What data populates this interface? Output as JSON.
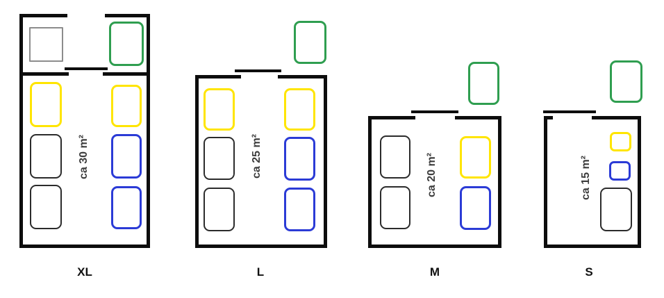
{
  "colors": {
    "wall": "#0d0d0d",
    "yellow": "#ffe500",
    "blue": "#2b3bd6",
    "green": "#2f9e50",
    "black": "#2b2b2b",
    "gray": "#8c8c8c",
    "text": "#3d3d3d",
    "label": "#111111"
  },
  "rooms": [
    {
      "size_label": "XL",
      "area_label": "ca 30 m²"
    },
    {
      "size_label": "L",
      "area_label": "ca 25 m²"
    },
    {
      "size_label": "M",
      "area_label": "ca 20 m²"
    },
    {
      "size_label": "S",
      "area_label": "ca 15 m²"
    }
  ]
}
